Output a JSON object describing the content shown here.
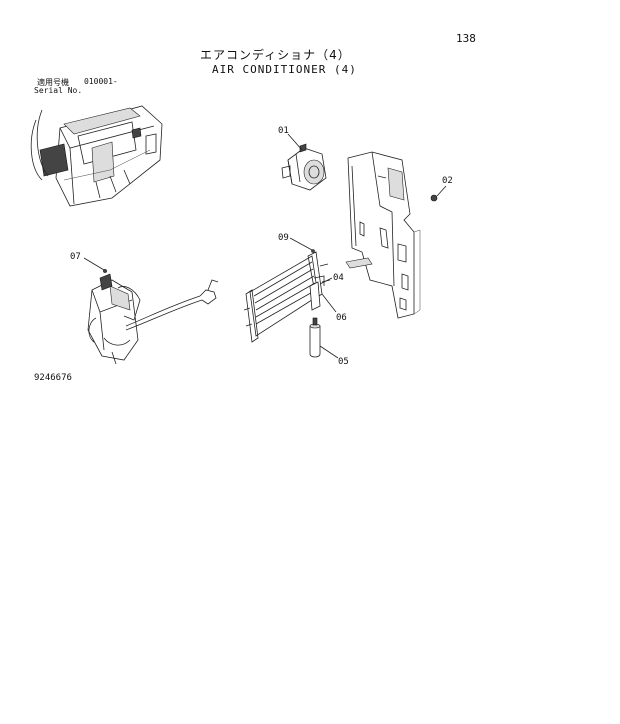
{
  "page": {
    "number": "138",
    "title_jp": "エアコンディショナ（4）",
    "title_en": "AIR CONDITIONER (4)",
    "serial_label_jp": "適用号機",
    "serial_value": "010001-",
    "serial_label_en": "Serial No.",
    "drawing_number": "9246676"
  },
  "callouts": [
    {
      "id": "01",
      "label": "01"
    },
    {
      "id": "02",
      "label": "02"
    },
    {
      "id": "04",
      "label": "04"
    },
    {
      "id": "05",
      "label": "05"
    },
    {
      "id": "06",
      "label": "06"
    },
    {
      "id": "07",
      "label": "07"
    },
    {
      "id": "09",
      "label": "09"
    }
  ],
  "colors": {
    "line": "#222222",
    "text": "#111111",
    "background": "#ffffff"
  }
}
